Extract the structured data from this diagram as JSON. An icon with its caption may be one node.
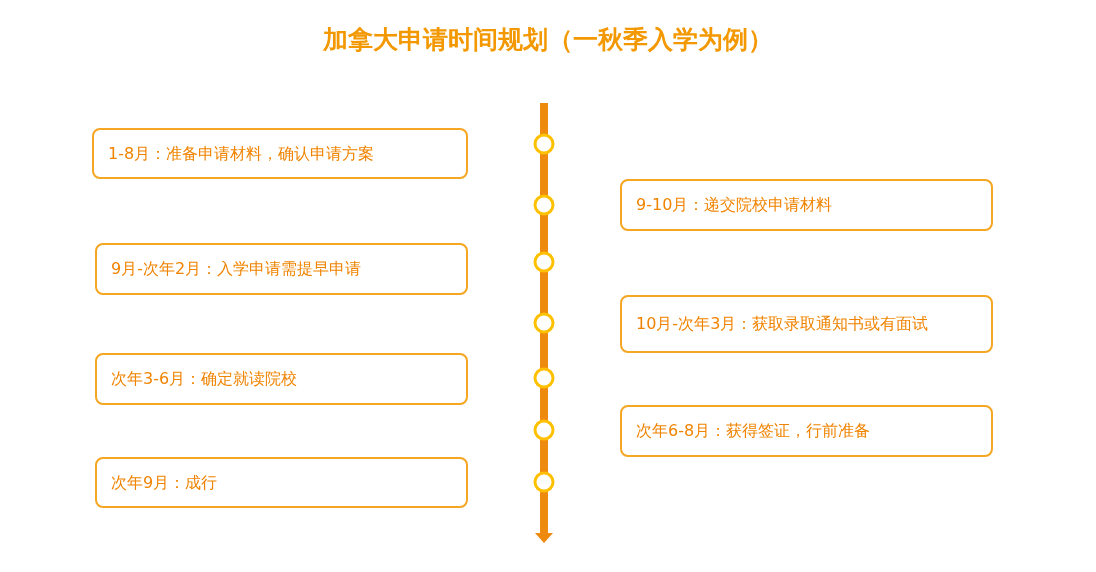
{
  "diagram": {
    "title": "加拿大申请时间规划（一秋季入学为例）",
    "nodes": [
      {
        "text": [
          "1-8月：准备申请材料，确认申请方案"
        ]
      },
      {
        "text": [
          "9-10月：递交院校申请材料"
        ]
      },
      {
        "text": [
          "9月-次年2月：入学申请需提早申请"
        ]
      },
      {
        "text": [
          "10月-次年3月：获取录取通知书或有面试"
        ]
      },
      {
        "text": [
          "次年3-6月：确定就读院校"
        ]
      },
      {
        "text": [
          "次年6-8月：获得签证，行前准备"
        ]
      },
      {
        "text": [
          "次年9月：成行"
        ]
      }
    ]
  }
}
